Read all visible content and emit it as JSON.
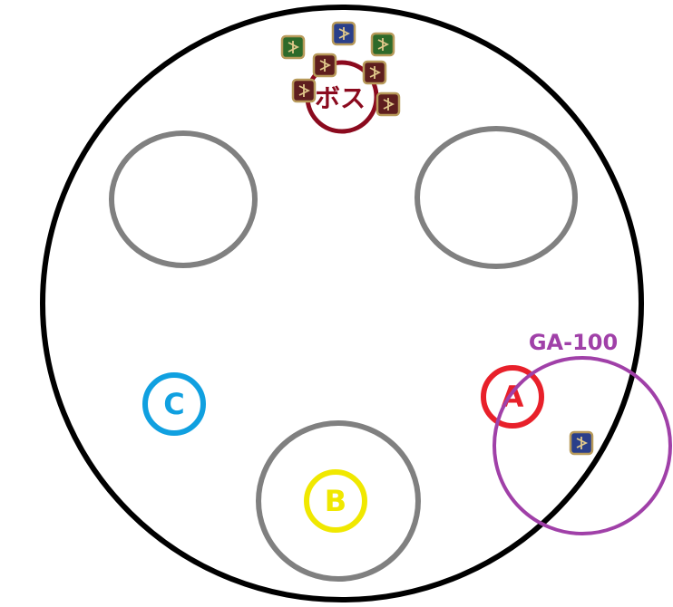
{
  "boss": {
    "label": "ボス",
    "color": "#8b0a1e"
  },
  "markers": [
    {
      "id": "A",
      "label": "A",
      "color": "#e8202a"
    },
    {
      "id": "B",
      "label": "B",
      "color": "#f0e800"
    },
    {
      "id": "C",
      "label": "C",
      "color": "#10a0e0"
    }
  ],
  "aoe": {
    "label": "GA-100",
    "color": "#a040a8"
  },
  "party_icons": [
    {
      "role": "healer",
      "icon": "healer-staff-icon",
      "color": "#2e6a2a"
    },
    {
      "role": "tank",
      "icon": "tank-icon",
      "color": "#2a3f8a"
    },
    {
      "role": "healer",
      "icon": "healer-scales-icon",
      "color": "#2e6a2a"
    },
    {
      "role": "dps",
      "icon": "dps-gun-icon",
      "color": "#5e1e1e"
    },
    {
      "role": "dps",
      "icon": "dps-fire-icon",
      "color": "#5e1e1e"
    },
    {
      "role": "dps",
      "icon": "dps-swirl-icon",
      "color": "#5e1e1e"
    },
    {
      "role": "dps",
      "icon": "dps-blade-icon",
      "color": "#5e1e1e"
    },
    {
      "role": "dps",
      "icon": "dps-chakram-icon",
      "color": "#2a3f8a"
    }
  ]
}
